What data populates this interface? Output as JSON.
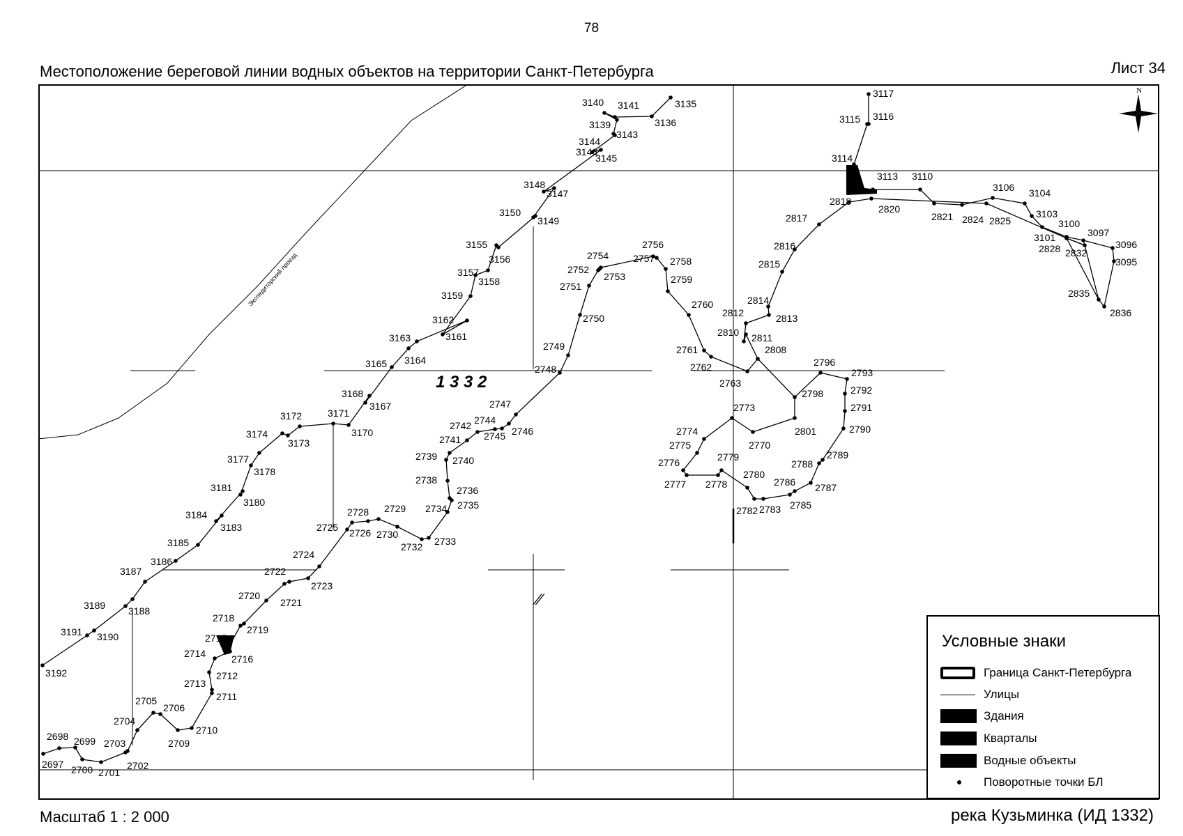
{
  "page_number": "78",
  "title": "Местоположение береговой линии водных объектов на территории Санкт-Петербурга",
  "sheet": "Лист 34",
  "scale": "Масштаб 1 : 2 000",
  "river": "река Кузьминка (ИД 1332)",
  "map": {
    "object_id_label": "1 3 3 2",
    "street_label": "Экспедиторский проезд",
    "compass_label": "N",
    "point_labels": {
      "3117": "3117",
      "3116": "3116",
      "3115": "3115",
      "3114": "3114",
      "3113": "3113",
      "3110": "3110",
      "3106": "3106",
      "3104": "3104",
      "3103": "3103",
      "3100": "3100",
      "3097": "3097",
      "3096": "3096",
      "3095": "3095",
      "3101": "3101",
      "2818": "2818",
      "2820": "2820",
      "2821": "2821",
      "2824": "2824",
      "2825": "2825",
      "2828": "2828",
      "2832": "2832",
      "2835": "2835",
      "2836": "2836",
      "2817": "2817",
      "2816": "2816",
      "2815": "2815",
      "2814": "2814",
      "2813": "2813",
      "2812": "2812",
      "2811": "2811",
      "2810": "2810",
      "2808": "2808",
      "2796": "2796",
      "2793": "2793",
      "2792": "2792",
      "2791": "2791",
      "2790": "2790",
      "2789": "2789",
      "2788": "2788",
      "2787": "2787",
      "2786": "2786",
      "2785": "2785",
      "2783": "2783",
      "2782": "2782",
      "2780": "2780",
      "2779": "2779",
      "2778": "2778",
      "2777": "2777",
      "2776": "2776",
      "2775": "2775",
      "2774": "2774",
      "2773": "2773",
      "2770": "2770",
      "2801": "2801",
      "2798": "2798",
      "2763": "2763",
      "2762": "2762",
      "2761": "2761",
      "2760": "2760",
      "2759": "2759",
      "2758": "2758",
      "2757": "2757",
      "2756": "2756",
      "2754": "2754",
      "2753": "2753",
      "2752": "2752",
      "2751": "2751",
      "2750": "2750",
      "2749": "2749",
      "2748": "2748",
      "2747": "2747",
      "2746": "2746",
      "2745": "2745",
      "2744": "2744",
      "2742": "2742",
      "2741": "2741",
      "2740": "2740",
      "2739": "2739",
      "2738": "2738",
      "2736": "2736",
      "2735": "2735",
      "2734": "2734",
      "2733": "2733",
      "2732": "2732",
      "2730": "2730",
      "2729": "2729",
      "2728": "2728",
      "2726": "2726",
      "2725": "2725",
      "2724": "2724",
      "2723": "2723",
      "2722": "2722",
      "2721": "2721",
      "2720": "2720",
      "2719": "2719",
      "2718": "2718",
      "2717": "2717",
      "2716": "2716",
      "2714": "2714",
      "2712": "2712",
      "2713": "2713",
      "2711": "2711",
      "2710": "2710",
      "2709": "2709",
      "2706": "2706",
      "2705": "2705",
      "2704": "2704",
      "2703": "2703",
      "2702": "2702",
      "2701": "2701",
      "2700": "2700",
      "2699": "2699",
      "2698": "2698",
      "2697": "2697",
      "3140": "3140",
      "3141": "3141",
      "3135": "3135",
      "3139": "3139",
      "3136": "3136",
      "3144": "3144",
      "3143": "3143",
      "3146": "3146",
      "3145": "3145",
      "3148": "3148",
      "3147": "3147",
      "3150": "3150",
      "3149": "3149",
      "3155": "3155",
      "3156": "3156",
      "3157": "3157",
      "3158": "3158",
      "3159": "3159",
      "3162": "3162",
      "3161": "3161",
      "3163": "3163",
      "3165": "3165",
      "3164": "3164",
      "3168": "3168",
      "3167": "3167",
      "3171": "3171",
      "3170": "3170",
      "3172": "3172",
      "3174": "3174",
      "3173": "3173",
      "3177": "3177",
      "3178": "3178",
      "3181": "3181",
      "3180": "3180",
      "3184": "3184",
      "3183": "3183",
      "3185": "3185",
      "3186": "3186",
      "3187": "3187",
      "3188": "3188",
      "3189": "3189",
      "3191": "3191",
      "3190": "3190",
      "3192": "3192"
    }
  },
  "legend": {
    "title": "Условные знаки",
    "items": [
      {
        "label": "Граница Санкт-Петербурга",
        "symbol": "boundary-box"
      },
      {
        "label": "Улицы",
        "symbol": "thin-line"
      },
      {
        "label": "Здания",
        "symbol": "filled-box"
      },
      {
        "label": "Кварталы",
        "symbol": "filled-box"
      },
      {
        "label": "Водные объекты",
        "symbol": "filled-box"
      },
      {
        "label": "Поворотные точки БЛ",
        "symbol": "dot"
      }
    ]
  }
}
